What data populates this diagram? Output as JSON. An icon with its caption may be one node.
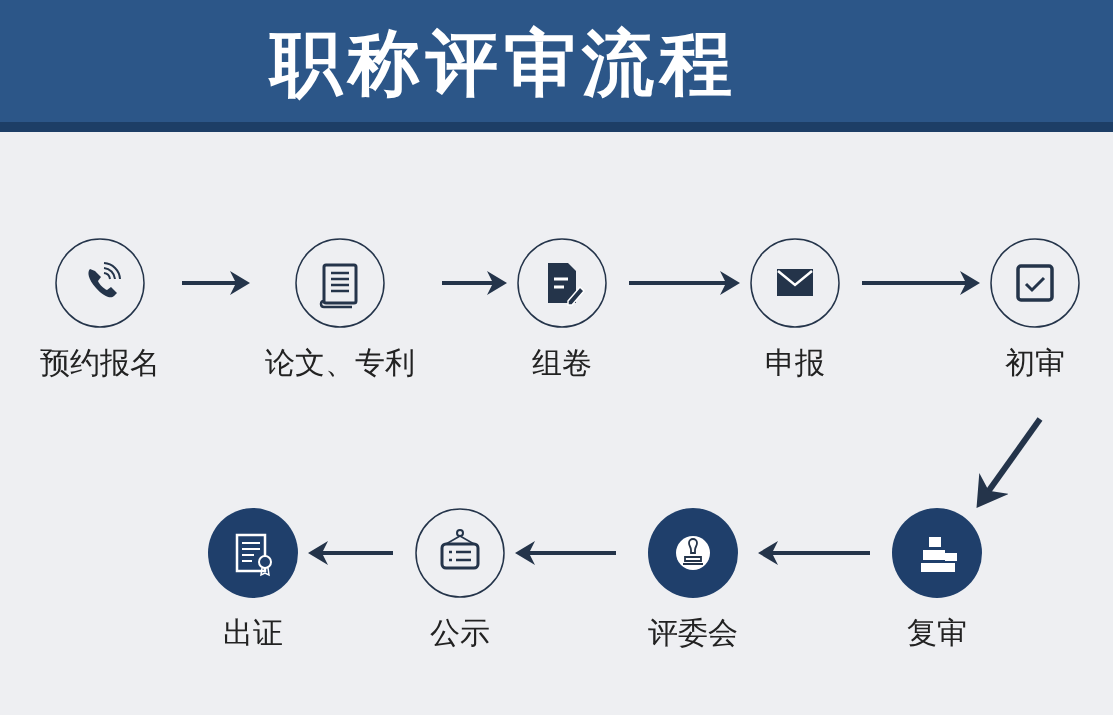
{
  "diagram": {
    "title": "职称评审流程",
    "nodes": [
      {
        "text": [
          "预约报名"
        ]
      },
      {
        "text": [
          "论文、专利"
        ]
      },
      {
        "text": [
          "组卷"
        ]
      },
      {
        "text": [
          "申报"
        ]
      },
      {
        "text": [
          "初审"
        ]
      },
      {
        "text": [
          "复审"
        ]
      },
      {
        "text": [
          "评委会"
        ]
      },
      {
        "text": [
          "公示"
        ]
      },
      {
        "text": [
          "出证"
        ]
      }
    ],
    "edges": [
      {
        "from": 0,
        "to": 1,
        "arrow": "to"
      },
      {
        "from": 1,
        "to": 2,
        "arrow": "to"
      },
      {
        "from": 2,
        "to": 3,
        "arrow": "to"
      },
      {
        "from": 3,
        "to": 4,
        "arrow": "to"
      },
      {
        "from": 4,
        "to": 5,
        "arrow": "to"
      },
      {
        "from": 5,
        "to": 6,
        "arrow": "to"
      },
      {
        "from": 6,
        "to": 7,
        "arrow": "to"
      },
      {
        "from": 7,
        "to": 8,
        "arrow": "to"
      }
    ]
  }
}
